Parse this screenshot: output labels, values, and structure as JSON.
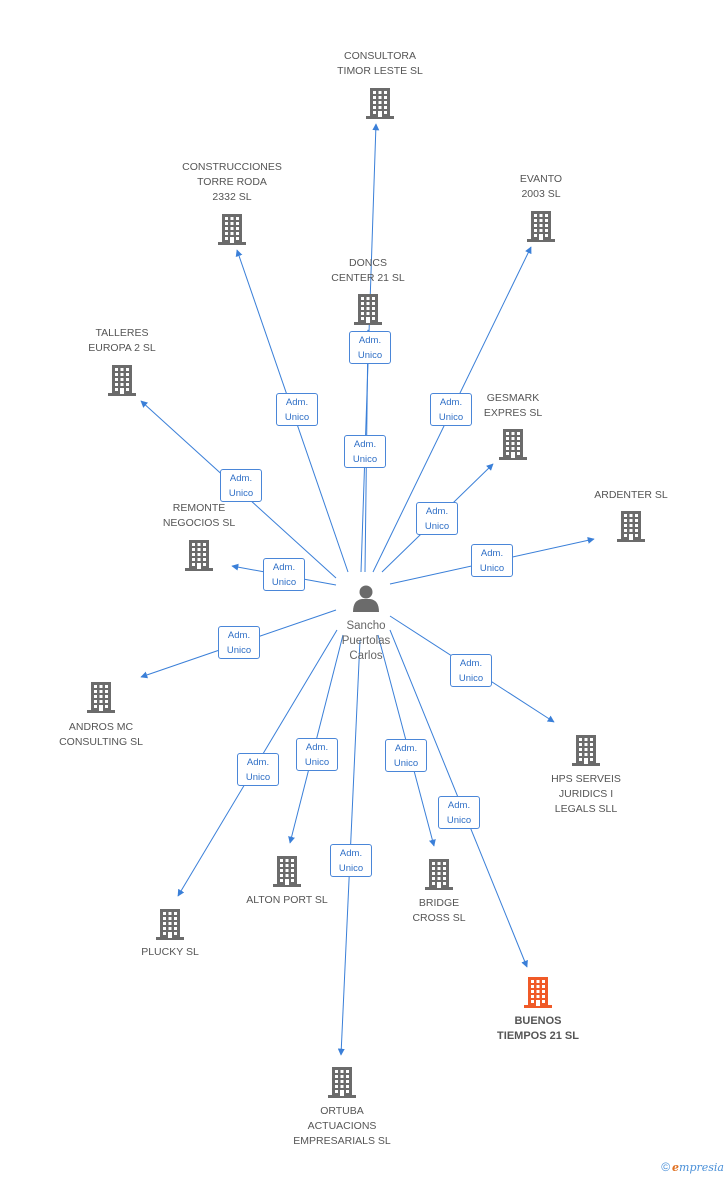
{
  "colors": {
    "edge": "#3a7fd8",
    "building": "#6b6b6b",
    "highlight": "#f05a28",
    "badge_text": "#2f6fc6"
  },
  "person": {
    "name_lines": [
      "Sancho",
      "Puertolas",
      "Carlos"
    ],
    "icon": "person-icon"
  },
  "role_lines": [
    "Adm.",
    "Unico"
  ],
  "companies": [
    {
      "id": "consultora-timor-leste",
      "label_lines": [
        "CONSULTORA",
        "TIMOR LESTE SL"
      ],
      "highlight": false
    },
    {
      "id": "construcciones-torre-roda",
      "label_lines": [
        "CONSTRUCCIONES",
        "TORRE RODA",
        "2332 SL"
      ],
      "highlight": false
    },
    {
      "id": "evanto-2003",
      "label_lines": [
        "EVANTO",
        "2003 SL"
      ],
      "highlight": false
    },
    {
      "id": "doncs-center-21",
      "label_lines": [
        "DONCS",
        "CENTER 21 SL"
      ],
      "highlight": false
    },
    {
      "id": "talleres-europa-2",
      "label_lines": [
        "TALLERES",
        "EUROPA 2 SL"
      ],
      "highlight": false
    },
    {
      "id": "gesmark-expres",
      "label_lines": [
        "GESMARK",
        "EXPRES SL"
      ],
      "highlight": false
    },
    {
      "id": "ardenter",
      "label_lines": [
        "ARDENTER SL"
      ],
      "highlight": false
    },
    {
      "id": "remonte-negocios",
      "label_lines": [
        "REMONTE",
        "NEGOCIOS SL"
      ],
      "highlight": false
    },
    {
      "id": "andros-mc-consulting",
      "label_lines": [
        "ANDROS MC",
        "CONSULTING SL"
      ],
      "highlight": false
    },
    {
      "id": "hps-serveis",
      "label_lines": [
        "HPS SERVEIS",
        "JURIDICS I",
        "LEGALS SLL"
      ],
      "highlight": false
    },
    {
      "id": "alton-port",
      "label_lines": [
        "ALTON PORT SL"
      ],
      "highlight": false
    },
    {
      "id": "bridge-cross",
      "label_lines": [
        "BRIDGE",
        "CROSS SL"
      ],
      "highlight": false
    },
    {
      "id": "plucky",
      "label_lines": [
        "PLUCKY SL"
      ],
      "highlight": false
    },
    {
      "id": "buenos-tiempos-21",
      "label_lines": [
        "BUENOS",
        "TIEMPOS 21 SL"
      ],
      "highlight": true
    },
    {
      "id": "ortuba-actuaciones",
      "label_lines": [
        "ORTUBA",
        "ACTUACIONS",
        "EMPRESARIALS SL"
      ],
      "highlight": false
    }
  ],
  "footer": {
    "copyright": "©",
    "brand_initial": "e",
    "brand_rest": "mpresia"
  }
}
